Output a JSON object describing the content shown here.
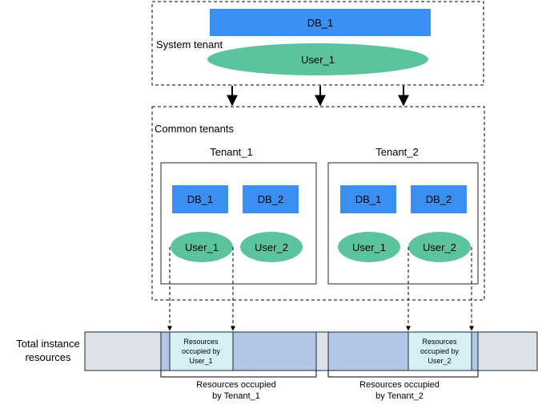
{
  "system_tenant": {
    "label": "System tenant",
    "db": "DB_1",
    "user": "User_1"
  },
  "common_tenants": {
    "label": "Common tenants",
    "tenants": [
      {
        "name": "Tenant_1",
        "db_a": "DB_1",
        "db_b": "DB_2",
        "user_a": "User_1",
        "user_b": "User_2"
      },
      {
        "name": "Tenant_2",
        "db_a": "DB_1",
        "db_b": "DB_2",
        "user_a": "User_1",
        "user_b": "User_2"
      }
    ]
  },
  "resources": {
    "label_line1": "Total instance",
    "label_line2": "resources",
    "user1_occupied": [
      "Resources",
      "occupied by",
      "User_1"
    ],
    "user2_occupied": [
      "Resources",
      "occupied by",
      "User_2"
    ],
    "tenant1_occupied": [
      "Resources occupied",
      "by Tenant_1"
    ],
    "tenant2_occupied": [
      "Resources occupied",
      "by Tenant_2"
    ]
  },
  "colors": {
    "db_fill": "#3a8ff0",
    "user_fill": "#5bc49c",
    "bar_gray": "#dde2e8",
    "bar_tenant": "#b3c6e6",
    "bar_user": "#d6f0f6",
    "border": "#1a2a3a"
  }
}
